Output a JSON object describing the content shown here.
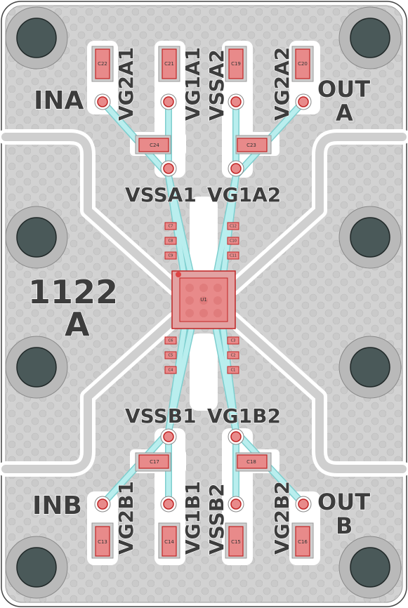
{
  "board": {
    "id": "1122",
    "revision": "A"
  },
  "ports": {
    "in_a": "INA",
    "in_b": "INB",
    "out_a_line1": "OUT",
    "out_a_line2": "A",
    "out_b_line1": "OUT",
    "out_b_line2": "B"
  },
  "pins_top": [
    "VG2A1",
    "VG1A1",
    "VSSA2",
    "VG2A2"
  ],
  "pins_bottom": [
    "VG2B1",
    "VG1B1",
    "VSSB2",
    "VG2B2"
  ],
  "pins_mid_top": [
    "VSSA1",
    "VG1A2"
  ],
  "pins_mid_bottom": [
    "VSSB1",
    "VG1B2"
  ],
  "components": {
    "top_caps": [
      "C22",
      "C21",
      "C19",
      "C20"
    ],
    "bottom_caps": [
      "C13",
      "C14",
      "C15",
      "C16"
    ],
    "mid_top_caps": [
      "C24",
      "C23"
    ],
    "mid_bottom_caps": [
      "C17",
      "C18"
    ],
    "ic": "U1",
    "small_left_top": [
      "C7",
      "C8",
      "C9"
    ],
    "small_right_top": [
      "C12",
      "C10",
      "C11"
    ],
    "small_left_bottom": [
      "C6",
      "C5",
      "C4"
    ],
    "small_right_bottom": [
      "C3",
      "C2",
      "C1"
    ]
  },
  "colors": {
    "board": "#ffffff",
    "ground": "#d2d2d2",
    "trace": "#b9eeee",
    "trace_edge": "#7fcfcf",
    "pad": "#e88a8a",
    "pad_edge": "#c02424",
    "via": "#4d5c5c",
    "silk": "#3d3d3d"
  }
}
